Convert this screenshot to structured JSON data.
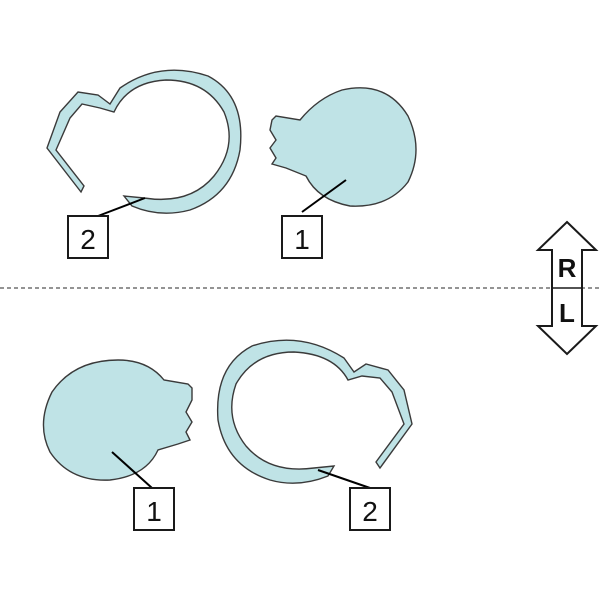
{
  "colors": {
    "part_fill": "#bfe3e6",
    "outline": "#3a3a3a",
    "label_border": "#1a1a1a",
    "divider": "#555555",
    "background": "#ffffff"
  },
  "parts": {
    "top_right_piece": {
      "callout": "1",
      "shape": "solid-cap"
    },
    "top_left_piece": {
      "callout": "2",
      "shape": "ring-clip"
    },
    "bottom_left_piece": {
      "callout": "1",
      "shape": "solid-cap"
    },
    "bottom_right_piece": {
      "callout": "2",
      "shape": "ring-clip"
    }
  },
  "orientation": {
    "upper_side": "R",
    "lower_side": "L",
    "icon": "double-arrow-updown-icon"
  },
  "divider": {
    "style": "dashed"
  }
}
